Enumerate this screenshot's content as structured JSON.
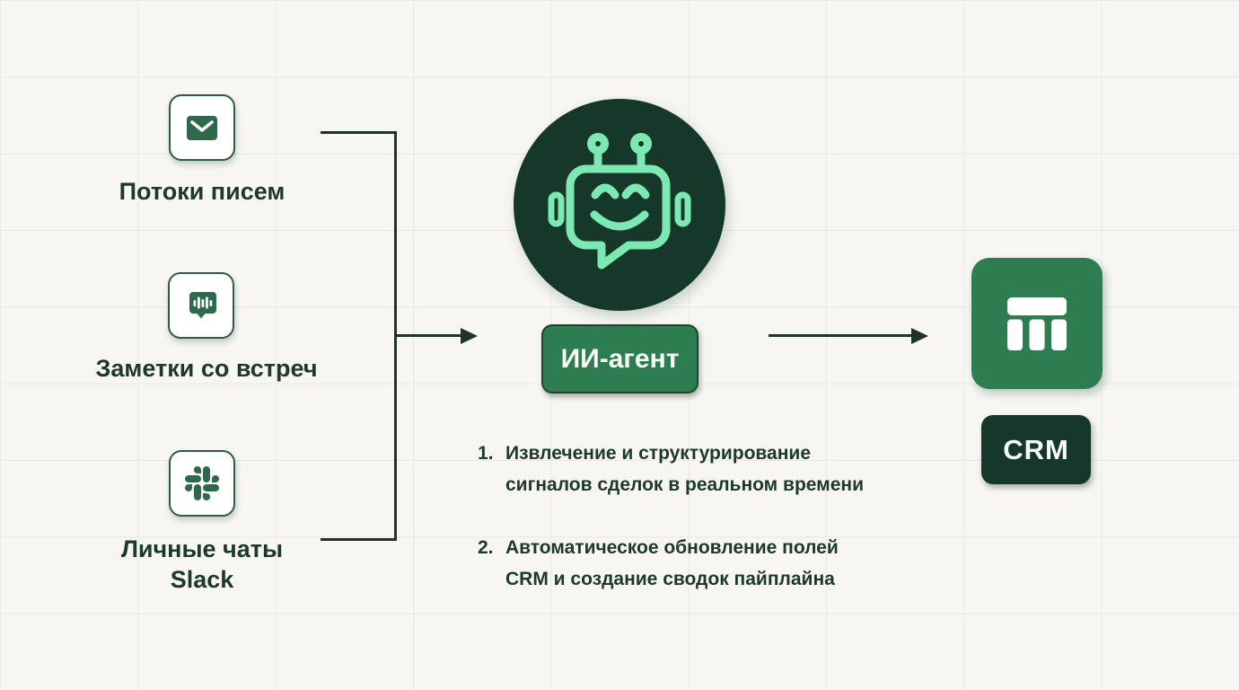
{
  "theme": {
    "background": "#f7f6f3",
    "grid_line": "#e9e8e4",
    "card_bg": "#ffffff",
    "card_border": "#2e5c45",
    "icon_green": "#2d6a4b",
    "agent_green": "#2e7d50",
    "dark_green": "#16382b",
    "robot_stroke": "#7de9b2",
    "text_color": "#1d392b",
    "line_color": "#1e332a",
    "white_text": "#f9fbf9"
  },
  "sources": [
    {
      "label": "Потоки писем",
      "icon": "mail-icon"
    },
    {
      "label": "Заметки со встреч",
      "icon": "meeting-notes-icon"
    },
    {
      "label": "Личные чаты Slack",
      "label_lines": [
        "Личные чаты",
        "Slack"
      ],
      "icon": "slack-icon"
    }
  ],
  "agent": {
    "label": "ИИ-агент",
    "icon": "robot-icon"
  },
  "capabilities": [
    {
      "number": "1.",
      "lines": [
        "Извлечение и структурирование",
        "сигналов сделок в реальном времени"
      ]
    },
    {
      "number": "2.",
      "lines": [
        "Автоматическое обновление полей",
        "CRM и создание сводок пайплайна"
      ]
    }
  ],
  "crm": {
    "badge_label": "CRM",
    "icon": "crm-table-icon"
  }
}
